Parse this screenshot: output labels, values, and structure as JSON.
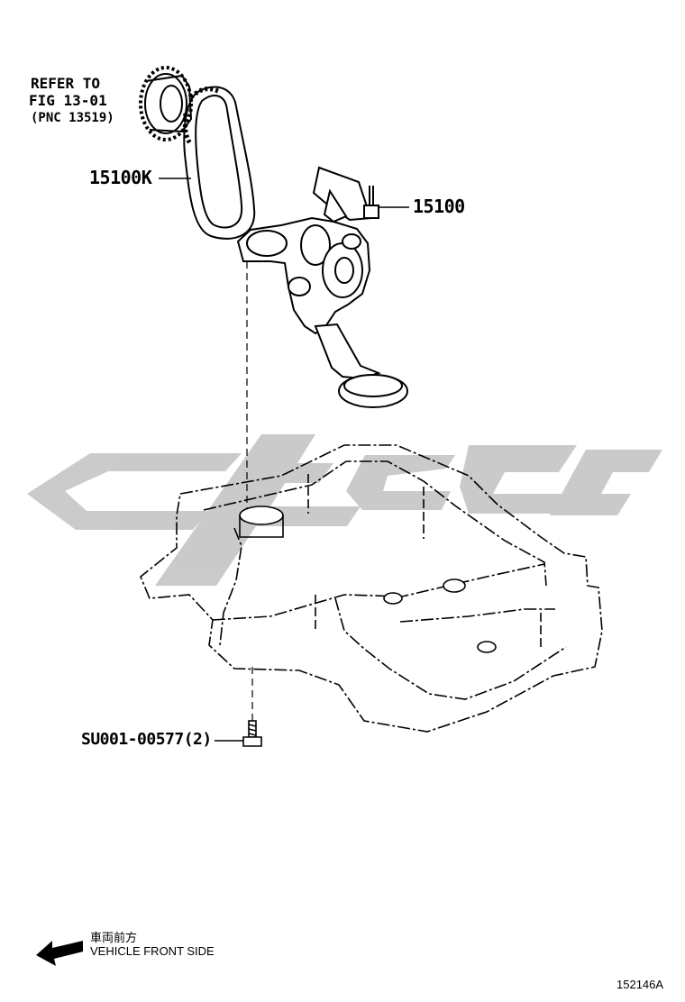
{
  "refer": {
    "line1": "REFER TO",
    "line2": "FIG 13-01",
    "line3": "(PNC 13519)"
  },
  "callouts": {
    "chain": "15100K",
    "pump": "15100",
    "bolt": "SU001-00577(2)"
  },
  "direction": {
    "japanese": "車両前方",
    "english": "VEHICLE FRONT SIDE"
  },
  "figure_code": "152146A",
  "watermark_color": "#c8c8c8"
}
